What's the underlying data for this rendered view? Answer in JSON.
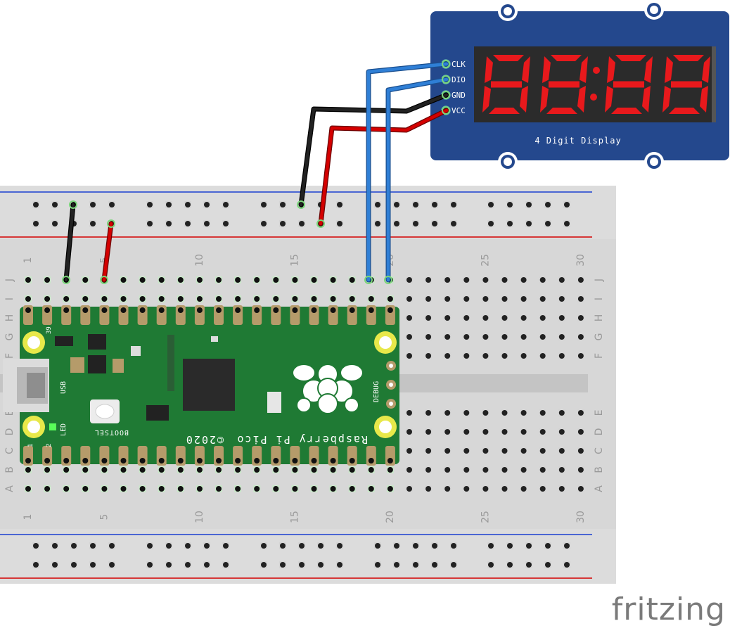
{
  "display": {
    "pins": [
      "CLK",
      "DIO",
      "GND",
      "VCC"
    ],
    "label": "4 Digit Display",
    "body_color": "#24488d",
    "segment_color": "#e8191c"
  },
  "breadboard": {
    "column_numbers": [
      "1",
      "5",
      "10",
      "15",
      "20",
      "25",
      "30"
    ],
    "row_letters_top": [
      "J",
      "I",
      "H",
      "G",
      "F"
    ],
    "row_letters_bottom": [
      "E",
      "D",
      "C",
      "B",
      "A"
    ]
  },
  "pico": {
    "name": "Raspberry Pi Pico",
    "year": "©2020",
    "usb": "USB",
    "bootsel": "BOOTSEL",
    "debug": "DEBUG",
    "led": "LED",
    "pin_1": "1",
    "pin_2": "2",
    "pin_39": "39",
    "board_color": "#1f7a34"
  },
  "wire_colors": {
    "gnd": "#111111",
    "vcc": "#d40000",
    "clk": "#2f7fd6",
    "dio": "#2f7fd6"
  },
  "brand": "fritzing"
}
